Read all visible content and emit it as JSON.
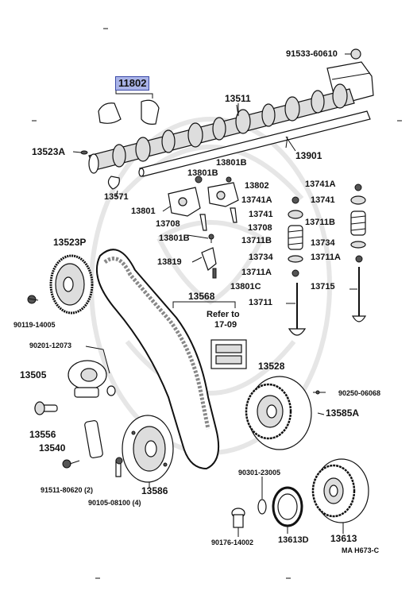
{
  "highlight_part": "11802",
  "code": "MA H673-C",
  "refer": {
    "line1": "Refer to",
    "line2": "17-09"
  },
  "labels": {
    "p91533": "91533-60610",
    "p13511": "13511",
    "p13523A": "13523A",
    "p13901": "13901",
    "p13571": "13571",
    "p13801B_a": "13801B",
    "p13801B_b": "13801B",
    "p13802": "13802",
    "p13741A_a": "13741A",
    "p13741A_b": "13741A",
    "p13741_a": "13741",
    "p13741_b": "13741",
    "p13801": "13801",
    "p13708_a": "13708",
    "p13708_b": "13708",
    "p13711B_a": "13711B",
    "p13711B_b": "13711B",
    "p13523P": "13523P",
    "p13801B_c": "13801B",
    "p13734_a": "13734",
    "p13734_b": "13734",
    "p13819": "13819",
    "p13711A_a": "13711A",
    "p13711A_b": "13711A",
    "p13801C": "13801C",
    "p13715": "13715",
    "p13711": "13711",
    "p13568": "13568",
    "p90119": "90119-14005",
    "p90201": "90201-12073",
    "p13505": "13505",
    "p13528": "13528",
    "p90250": "90250-06068",
    "p13585A": "13585A",
    "p13556": "13556",
    "p13540": "13540",
    "p91511": "91511-80620 (2)",
    "p90105": "90105-08100 (4)",
    "p13586": "13586",
    "p90301": "90301-23005",
    "p90176": "90176-14002",
    "p13613D": "13613D",
    "p13613": "13613"
  }
}
